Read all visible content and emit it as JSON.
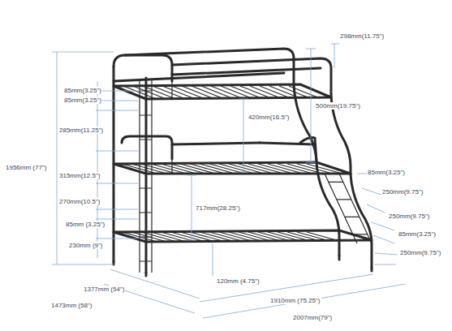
{
  "diagram": {
    "labels": [
      "298mm(11.75\")",
      "85mm(3.25\")",
      "85mm(3.25\")",
      "285mm(11.25\")",
      "420mm(16.5\")",
      "500mm(19.75\")",
      "1956mm (77\")",
      "315mm(12.5\")",
      "270mm(10.5\")",
      "717mm(28.25\")",
      "85mm (3.25\")",
      "230mm (9\")",
      "120mm (4.75\")",
      "1377mm (54\")",
      "1473mm (58\")",
      "1910mm (75.25\")",
      "2007mm(79\")",
      "85mm(3.25\")",
      "250mm(9.75\")",
      "250mm(9.75\")",
      "85mm(3.25\")",
      "250mm(9.75\")"
    ]
  }
}
